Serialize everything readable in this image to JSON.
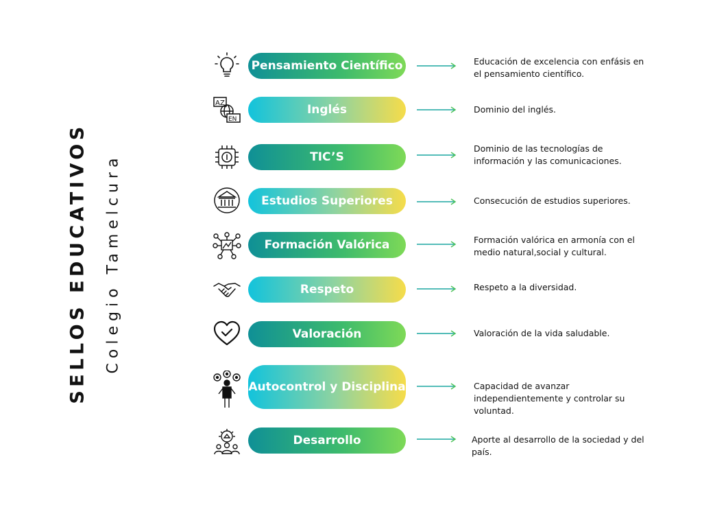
{
  "title": "SELLOS EDUCATIVOS",
  "subtitle": "Colegio Tamelcura",
  "items": [
    {
      "label": "Pensamiento Científico",
      "description": "Educación de excelencia con enfásis en el pensamiento científico.",
      "icon": "lightbulb-icon"
    },
    {
      "label": "Inglés",
      "description": "Dominio del inglés.",
      "icon": "translation-icon"
    },
    {
      "label": "TIC’S",
      "description": "Dominio de las tecnologías de información y las comunicaciones.",
      "icon": "chip-icon"
    },
    {
      "label": "Estudios Superiores",
      "description": "Consecución de estudios superiores.",
      "icon": "university-icon"
    },
    {
      "label": "Formación Valórica",
      "description": "Formación valórica en armonía con el medio natural,social y cultural.",
      "icon": "network-icon"
    },
    {
      "label": "Respeto",
      "description": "Respeto a la diversidad.",
      "icon": "handshake-icon"
    },
    {
      "label": "Valoración",
      "description": "Valoración de la vida saludable.",
      "icon": "heart-check-icon"
    },
    {
      "label": "Autocontrol y Disciplina",
      "description": "Capacidad de avanzar independientemente y controlar su voluntad.",
      "icon": "person-ideas-icon"
    },
    {
      "label": "Desarrollo",
      "description": "Aporte al desarrollo de la sociedad y del país.",
      "icon": "community-gear-icon"
    }
  ],
  "colors": {
    "gradient_green": [
      "#0f9096",
      "#7ed957"
    ],
    "gradient_yellow": [
      "#12c3dc",
      "#f6dc4a"
    ],
    "arrow": "#1aa6a0"
  }
}
